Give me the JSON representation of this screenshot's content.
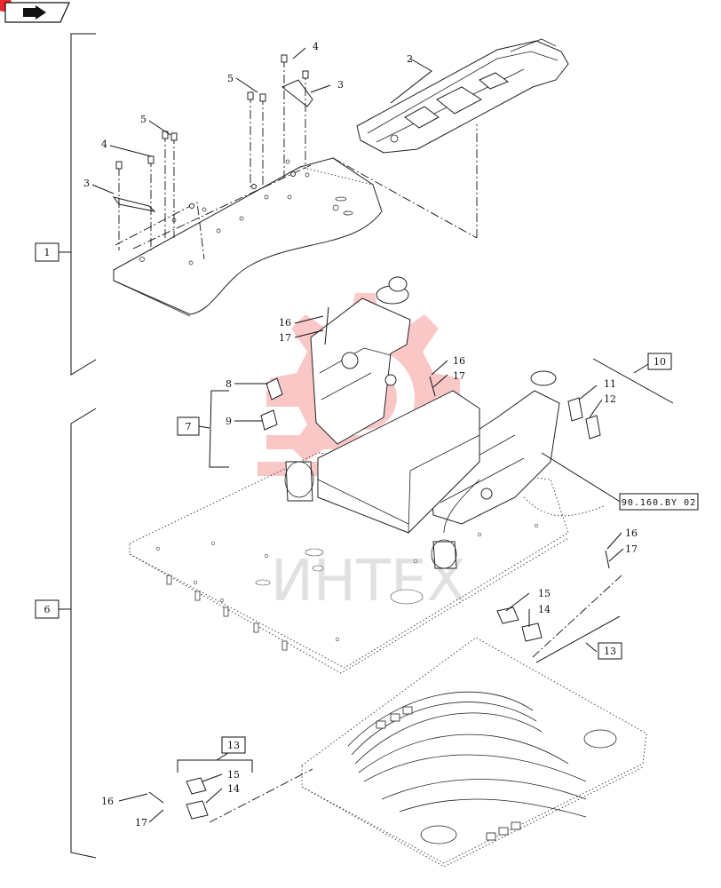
{
  "watermark": {
    "text": "ИНТЕХ",
    "color": "#f03a3a"
  },
  "nav": {
    "icon": "next-page-arrow-icon"
  },
  "groups": {
    "top": "1",
    "bottom": "6"
  },
  "callouts": {
    "c2": "2",
    "c3a": "3",
    "c3b": "3",
    "c4a": "4",
    "c4b": "4",
    "c5a": "5",
    "c5b": "5",
    "c16a": "16",
    "c17a": "17",
    "c16b": "16",
    "c17b": "17",
    "c16c": "16",
    "c17c": "17",
    "c16d": "16",
    "c17d": "17",
    "c8": "8",
    "c9": "9",
    "c11": "11",
    "c12": "12",
    "c14a": "14",
    "c15a": "15",
    "c14b": "14",
    "c15b": "15"
  },
  "boxed": {
    "b7": "7",
    "b10": "10",
    "b13a": "13",
    "b13b": "13"
  },
  "reference": {
    "text": "90.160.BY 02"
  }
}
